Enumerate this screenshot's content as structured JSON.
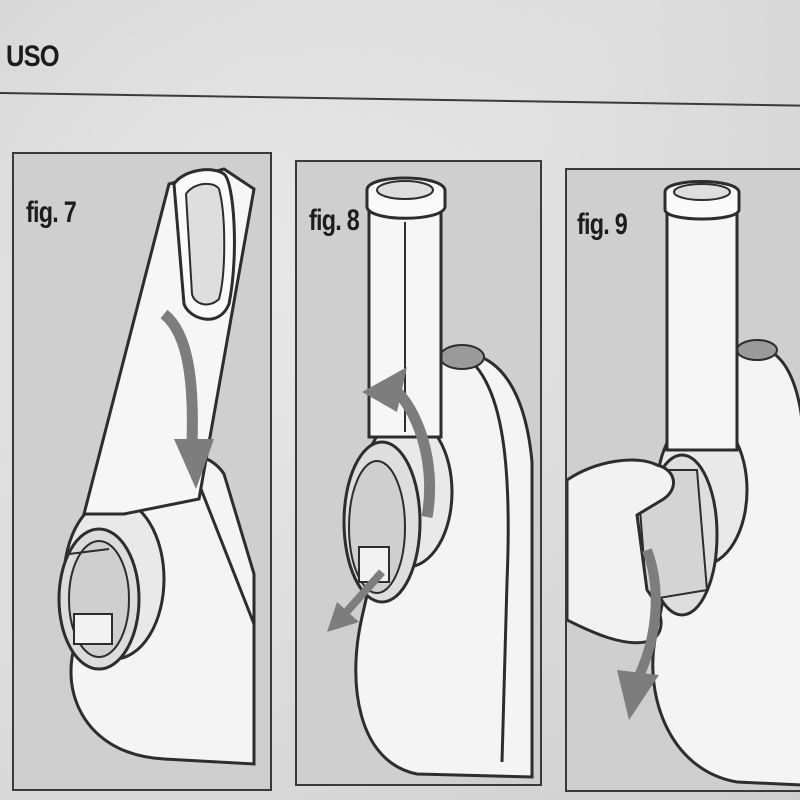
{
  "header": {
    "title": "USO"
  },
  "figures": [
    {
      "label": "fig. 7",
      "step": "rotate tube down",
      "arrow": "curved-down-arrow"
    },
    {
      "label": "fig. 8",
      "step": "turn tube and remove cone",
      "arrow": "curved-up-arrow"
    },
    {
      "label": "fig. 9",
      "step": "pull out cone by hand",
      "arrow": "curved-down-arrow"
    }
  ],
  "colors": {
    "panel_bg": "#cfcfcf",
    "appliance_fill": "#f4f4f4",
    "outline": "#2d2d2d",
    "arrow": "#7d7d7d",
    "page": "#dcdcdc"
  }
}
